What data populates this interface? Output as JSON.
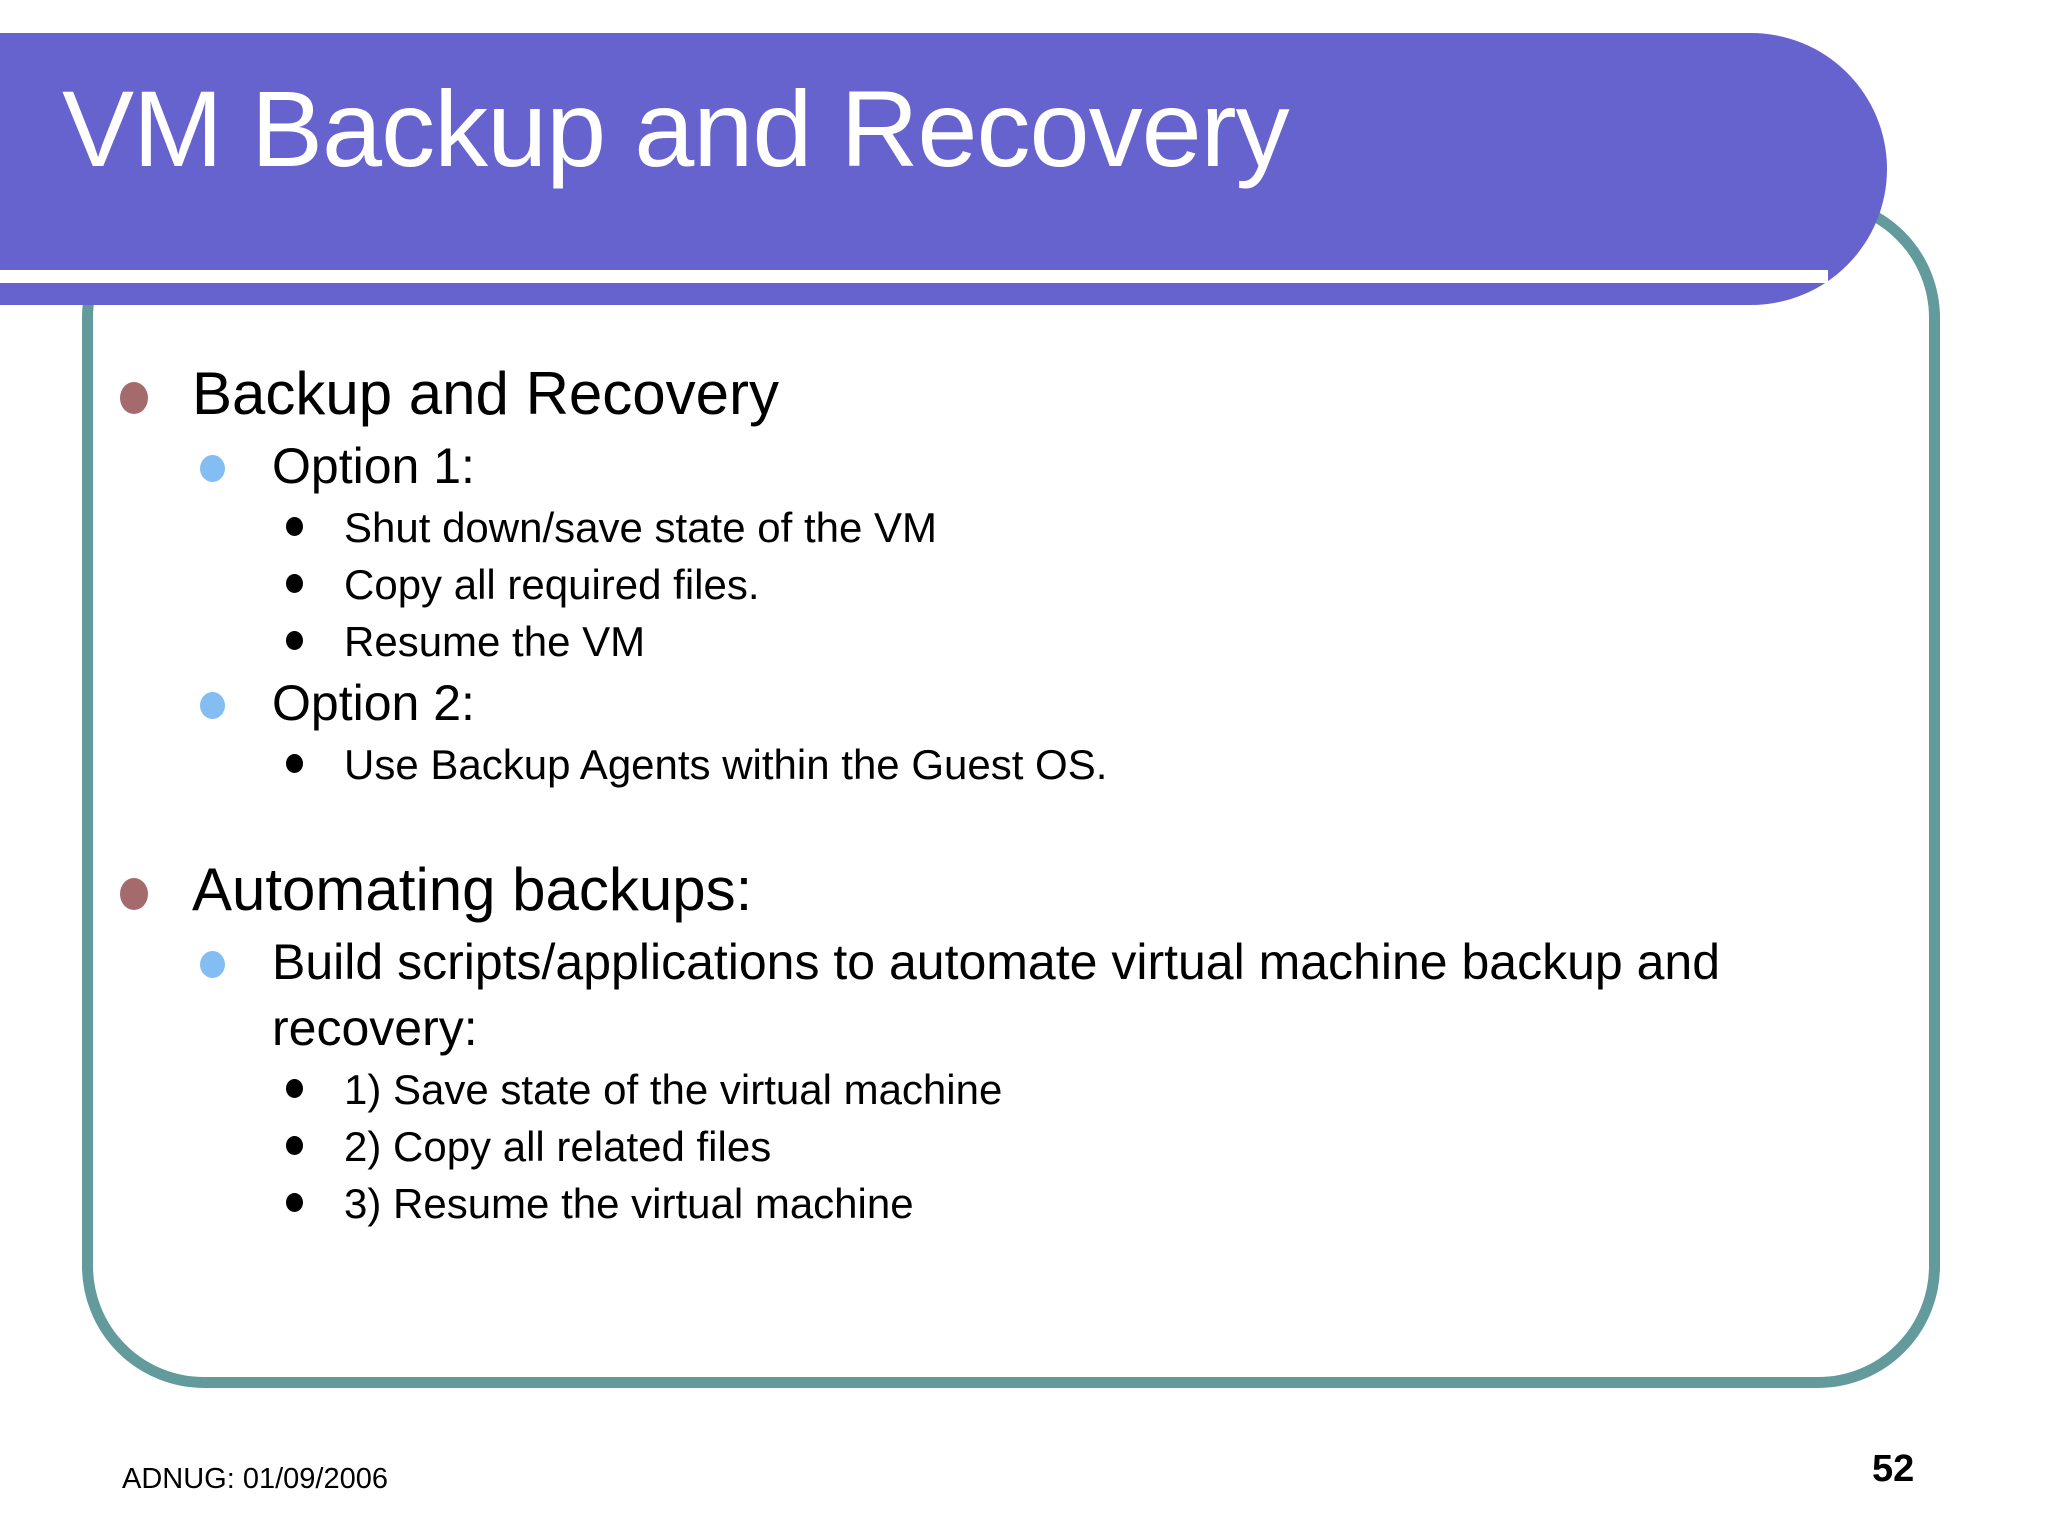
{
  "slide": {
    "title": "VM Backup and Recovery",
    "footer_date": "ADNUG: 01/09/2006",
    "page_number": "52",
    "colors": {
      "title_band": "#6663cf",
      "frame_border": "#639a9b",
      "bullet_level1": "#a56b6c",
      "bullet_level2": "#83bdf1",
      "bullet_level3": "#000000",
      "title_text": "#ffffff",
      "body_text": "#000000",
      "background": "#ffffff"
    }
  },
  "body": {
    "sections": [
      {
        "heading": "Backup and Recovery",
        "groups": [
          {
            "label": "Option 1:",
            "items": [
              "Shut down/save state of the VM",
              "Copy all required files.",
              "Resume the VM"
            ]
          },
          {
            "label": "Option 2:",
            "items": [
              "Use Backup Agents within the Guest OS."
            ]
          }
        ]
      },
      {
        "heading": "Automating backups:",
        "groups": [
          {
            "label": "Build scripts/applications to automate virtual machine backup and recovery:",
            "items": [
              "1) Save state of the virtual machine",
              "2) Copy all related files",
              "3) Resume the virtual machine"
            ]
          }
        ]
      }
    ]
  }
}
